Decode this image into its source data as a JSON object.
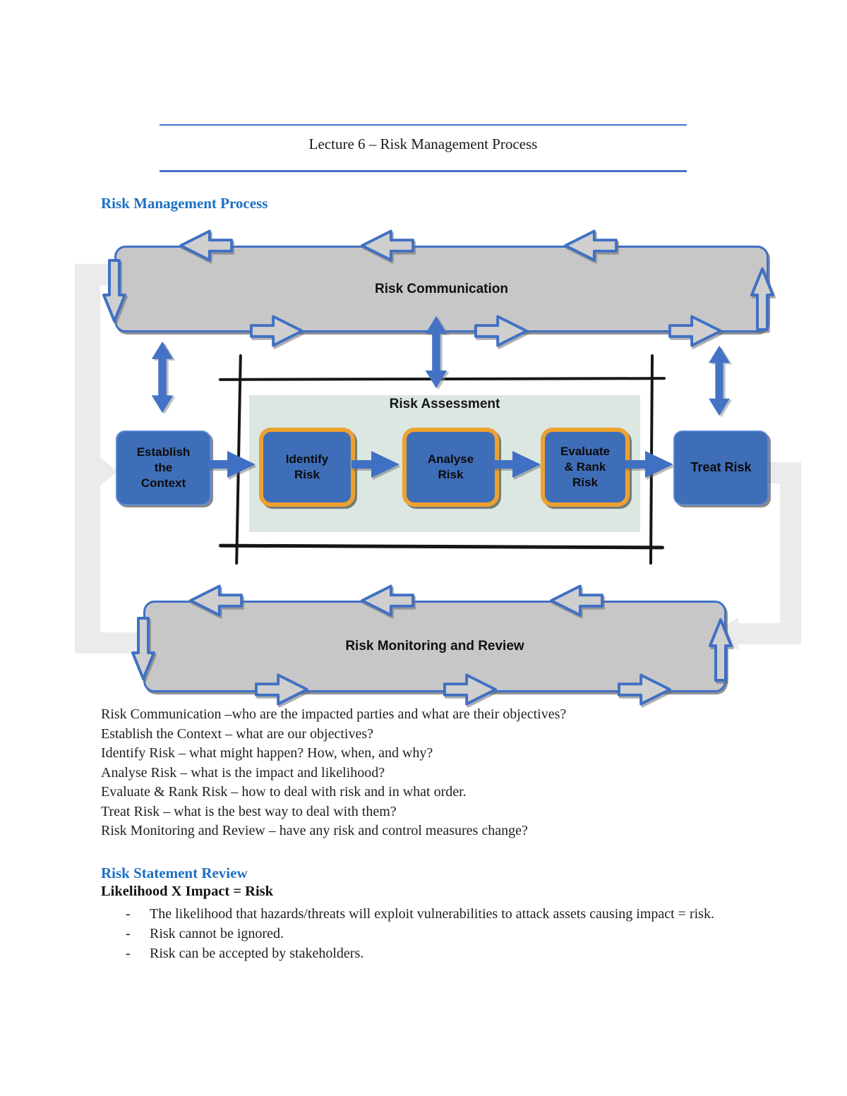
{
  "page": {
    "header_title": "Lecture 6 – Risk Management Process",
    "section1_heading": "Risk Management Process",
    "section2_heading": "Risk Statement Review",
    "section2_subheading": "Likelihood X Impact = Risk",
    "bullet_marker": "-"
  },
  "diagram": {
    "top_band_label": "Risk Communication",
    "assessment_label": "Risk Assessment",
    "bottom_band_label": "Risk Monitoring and Review",
    "boxes": [
      {
        "label": "Establish the Context",
        "lines": [
          "Establish",
          "the",
          "Context"
        ]
      },
      {
        "label": "Identify Risk",
        "lines": [
          "Identify",
          "Risk"
        ]
      },
      {
        "label": "Analyse Risk",
        "lines": [
          "Analyse",
          "Risk"
        ]
      },
      {
        "label": "Evaluate & Rank Risk",
        "lines": [
          "Evaluate",
          "& Rank",
          "Risk"
        ]
      },
      {
        "label": "Treat Risk",
        "lines": [
          "Treat Risk"
        ]
      }
    ]
  },
  "definitions": [
    "Risk Communication –who are the impacted parties and what are their objectives?",
    "Establish the Context – what are our objectives?",
    "Identify Risk – what might happen? How, when, and why?",
    "Analyse Risk – what is the impact and likelihood?",
    "Evaluate & Rank Risk – how to deal with risk and in what order.",
    "Treat Risk – what is the best way to deal with them?",
    "Risk Monitoring and Review – have any risk and control measures change?"
  ],
  "risk_statement": {
    "bullets": [
      "The likelihood that hazards/threats will exploit vulnerabilities to attack assets causing impact = risk.",
      "Risk cannot be ignored.",
      "Risk can be accepted by stakeholders."
    ]
  },
  "colors": {
    "accent_blue": "#4070C4",
    "heading_blue": "#1C6FC3",
    "box_blue": "#3F6EB8",
    "orange_border": "#EDA12F",
    "band_gray": "#C7C7C7",
    "panel_green": "#DBE7E0"
  }
}
